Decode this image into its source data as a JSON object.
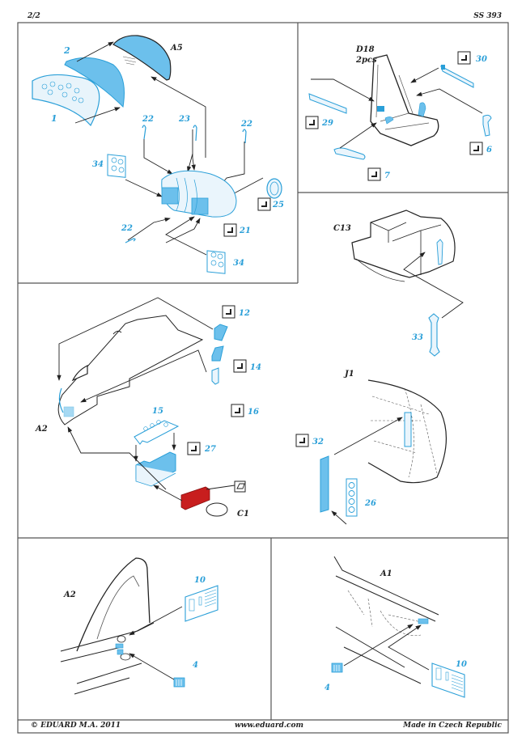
{
  "header": {
    "page": "2/2",
    "sheet": "SS 393"
  },
  "panels": {
    "instrument_panel": {
      "assembly": "A5",
      "parts": [
        "1",
        "2",
        "22",
        "23",
        "22",
        "34",
        "22",
        "34"
      ],
      "bend_parts": [
        "25",
        "21"
      ]
    },
    "seat": {
      "assembly": "D18",
      "quantity": "2pcs",
      "bend_parts": [
        "30",
        "29",
        "6",
        "7"
      ]
    },
    "console": {
      "assembly": "C13",
      "parts": [
        "33"
      ]
    },
    "fuselage_side": {
      "assembly": "A2",
      "parts": [
        "15"
      ],
      "bend_parts": [
        "12",
        "14",
        "16",
        "27"
      ],
      "sub_assembly": "C1"
    },
    "frame": {
      "assembly": "J1",
      "parts": [
        "26"
      ],
      "bend_parts": [
        "32"
      ]
    },
    "tail_left": {
      "assembly": "A2",
      "parts": [
        "10",
        "4"
      ]
    },
    "tail_right": {
      "assembly": "A1",
      "parts": [
        "10",
        "4"
      ]
    }
  },
  "icons": {
    "bend": "bend-part-icon",
    "paint": "paint-part-icon"
  },
  "colors": {
    "part_blue": "#2a9fd8",
    "part_fill": "#6cc0ec",
    "highlight_red": "#c81e1e",
    "line": "#222222",
    "border": "#555555"
  },
  "footer": {
    "copyright": "© EDUARD  M.A. 2011",
    "website": "www.eduard.com",
    "made_in": "Made in Czech Republic"
  }
}
